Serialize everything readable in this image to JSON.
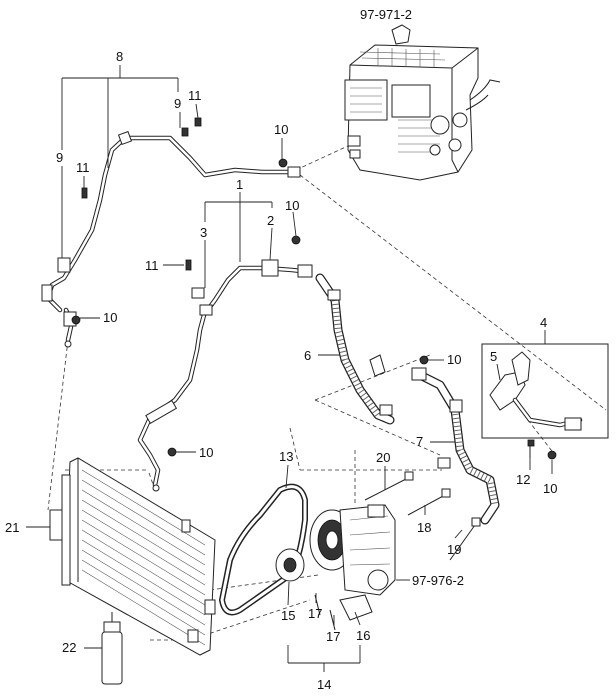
{
  "callouts": [
    {
      "id": "ref-97-971-2",
      "text": "97-971-2"
    },
    {
      "id": "label-8",
      "text": "8"
    },
    {
      "id": "label-9-top",
      "text": "9"
    },
    {
      "id": "label-11-top",
      "text": "11"
    },
    {
      "id": "label-10-top",
      "text": "10"
    },
    {
      "id": "label-9-left",
      "text": "9"
    },
    {
      "id": "label-11-left",
      "text": "11"
    },
    {
      "id": "label-1",
      "text": "1"
    },
    {
      "id": "label-2",
      "text": "2"
    },
    {
      "id": "label-10-mid",
      "text": "10"
    },
    {
      "id": "label-3",
      "text": "3"
    },
    {
      "id": "label-11-mid",
      "text": "11"
    },
    {
      "id": "label-10-left",
      "text": "10"
    },
    {
      "id": "label-4",
      "text": "4"
    },
    {
      "id": "label-5",
      "text": "5"
    },
    {
      "id": "label-6",
      "text": "6"
    },
    {
      "id": "label-10-right",
      "text": "10"
    },
    {
      "id": "label-7",
      "text": "7"
    },
    {
      "id": "label-10-low",
      "text": "10"
    },
    {
      "id": "label-12",
      "text": "12"
    },
    {
      "id": "label-10-bracket",
      "text": "10"
    },
    {
      "id": "label-13",
      "text": "13"
    },
    {
      "id": "label-20",
      "text": "20"
    },
    {
      "id": "label-21",
      "text": "21"
    },
    {
      "id": "label-18",
      "text": "18"
    },
    {
      "id": "label-19",
      "text": "19"
    },
    {
      "id": "ref-97-976-2",
      "text": "97-976-2"
    },
    {
      "id": "label-15",
      "text": "15"
    },
    {
      "id": "label-17-upper",
      "text": "17"
    },
    {
      "id": "label-17-lower",
      "text": "17"
    },
    {
      "id": "label-16",
      "text": "16"
    },
    {
      "id": "label-22",
      "text": "22"
    },
    {
      "id": "label-14",
      "text": "14"
    }
  ]
}
